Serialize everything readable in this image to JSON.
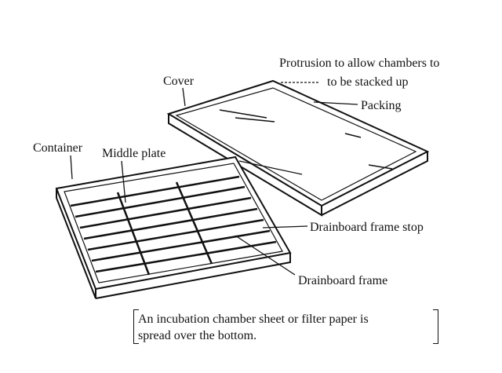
{
  "labels": {
    "protrusion_line1": "Protrusion to allow chambers to",
    "protrusion_line2": "to be stacked up",
    "cover": "Cover",
    "packing": "Packing",
    "container": "Container",
    "middle_plate": "Middle plate",
    "drainboard_frame_stop": "Drainboard frame stop",
    "drainboard_frame": "Drainboard frame"
  },
  "note": {
    "line1": "An incubation chamber sheet or filter paper is",
    "line2": "spread over the bottom."
  }
}
